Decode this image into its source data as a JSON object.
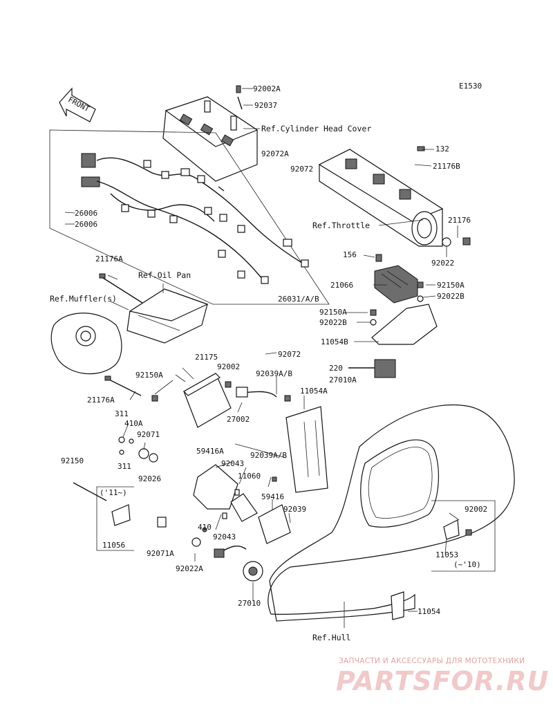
{
  "diagram_code": "E1530",
  "front_label": "FRONT",
  "refs": {
    "cylinder_head_cover": "Ref.Cylinder Head Cover",
    "throttle": "Ref.Throttle",
    "oil_pan": "Ref.Oil Pan",
    "muffler": "Ref.Muffler(s)",
    "hull": "Ref.Hull"
  },
  "parts": {
    "p92002A": "92002A",
    "p92037": "92037",
    "p92072A": "92072A",
    "p92072": "92072",
    "p92072b": "92072",
    "p132": "132",
    "p21176B": "21176B",
    "p26006a": "26006",
    "p26006b": "26006",
    "p21176": "21176",
    "p92022": "92022",
    "p156": "156",
    "p21176A": "21176A",
    "p21066": "21066",
    "p92150A_r": "92150A",
    "p92022B_r": "92022B",
    "p26031": "26031/A/B",
    "p92150A_m": "92150A",
    "p92022B_m": "92022B",
    "p11054B": "11054B",
    "p21175": "21175",
    "p92002_m": "92002",
    "p220": "220",
    "p92150A_l": "92150A",
    "p92039AB": "92039A/B",
    "p27010A": "27010A",
    "p11054A": "11054A",
    "p21176A_b": "21176A",
    "p27002": "27002",
    "p311a": "311",
    "p410A": "410A",
    "p92071": "92071",
    "p311b": "311",
    "p92026": "92026",
    "p92039AB_b": "92039A/B",
    "p59416A": "59416A",
    "p92043a": "92043",
    "p11060": "11060",
    "p92150": "92150",
    "p59416": "59416",
    "p92039": "92039",
    "p11056": "11056",
    "p11yr": "('11~)",
    "p410": "410",
    "p92043b": "92043",
    "p92002_r": "92002",
    "p92071A": "92071A",
    "p92022A": "92022A",
    "p11053": "11053",
    "p10yr": "(~'10)",
    "p27010": "27010",
    "p11054": "11054"
  },
  "watermark": {
    "tagline": "ЗАПЧАСТИ И АКСЕССУАРЫ ДЛЯ МОТОТЕХНИКИ",
    "brand": "PARTSFOR.RU"
  }
}
